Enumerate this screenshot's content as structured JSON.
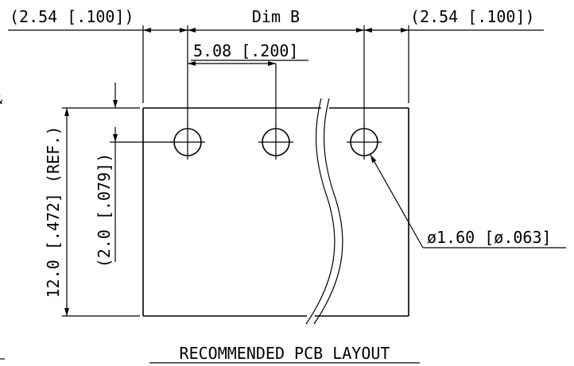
{
  "dimensions": {
    "left_margin": "(2.54 [.100])",
    "dim_b": "Dim B",
    "right_margin": "(2.54 [.100])",
    "pitch": "5.08 [.200]",
    "height": "12.0 [.472] (REF.)",
    "hole_offset": "(2.0 [.079])",
    "hole_diameter": "ø1.60 [ø.063]"
  },
  "caption": "RECOMMENDED PCB LAYOUT",
  "edge_marks": {
    "left_top": "&"
  }
}
